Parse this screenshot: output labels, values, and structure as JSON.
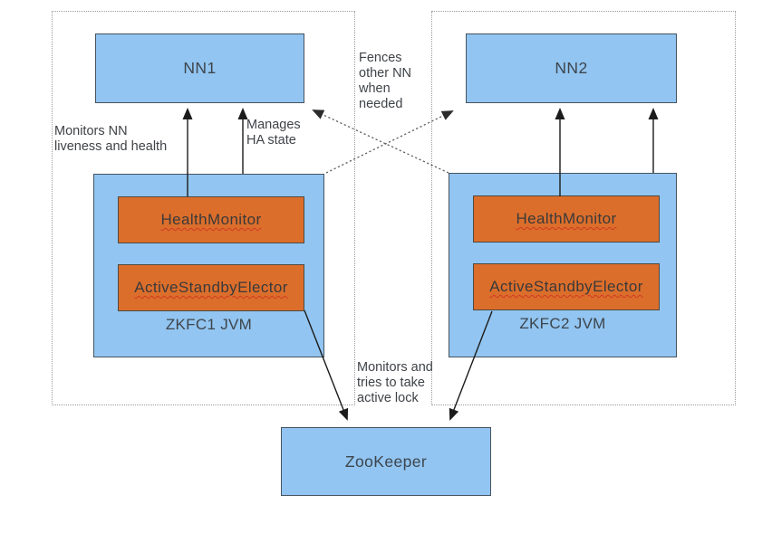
{
  "diagram_type": "architecture-diagram",
  "nodes": {
    "nn1": "NN1",
    "nn2": "NN2",
    "healthmonitor1": "HealthMonitor",
    "elector1": "ActiveStandbyElector",
    "zkfc1": "ZKFC1 JVM",
    "healthmonitor2": "HealthMonitor",
    "elector2": "ActiveStandbyElector",
    "zkfc2": "ZKFC2 JVM",
    "zookeeper": "ZooKeeper"
  },
  "annotations": {
    "monitors_liveness": "Monitors NN\nliveness and health",
    "manages_ha": "Manages\nHA state",
    "fences": "Fences\nother NN\nwhen\nneeded",
    "active_lock": "Monitors and\ntries to take\nactive lock"
  },
  "colors": {
    "node_fill": "#92c5f1",
    "node_border": "#46535f",
    "component_fill": "#dc6e2b",
    "annotation_text": "#3f4347",
    "connector": "#1b1b1b",
    "dashed_connector": "#5f5f5f",
    "group_border": "#9a9a9a"
  }
}
